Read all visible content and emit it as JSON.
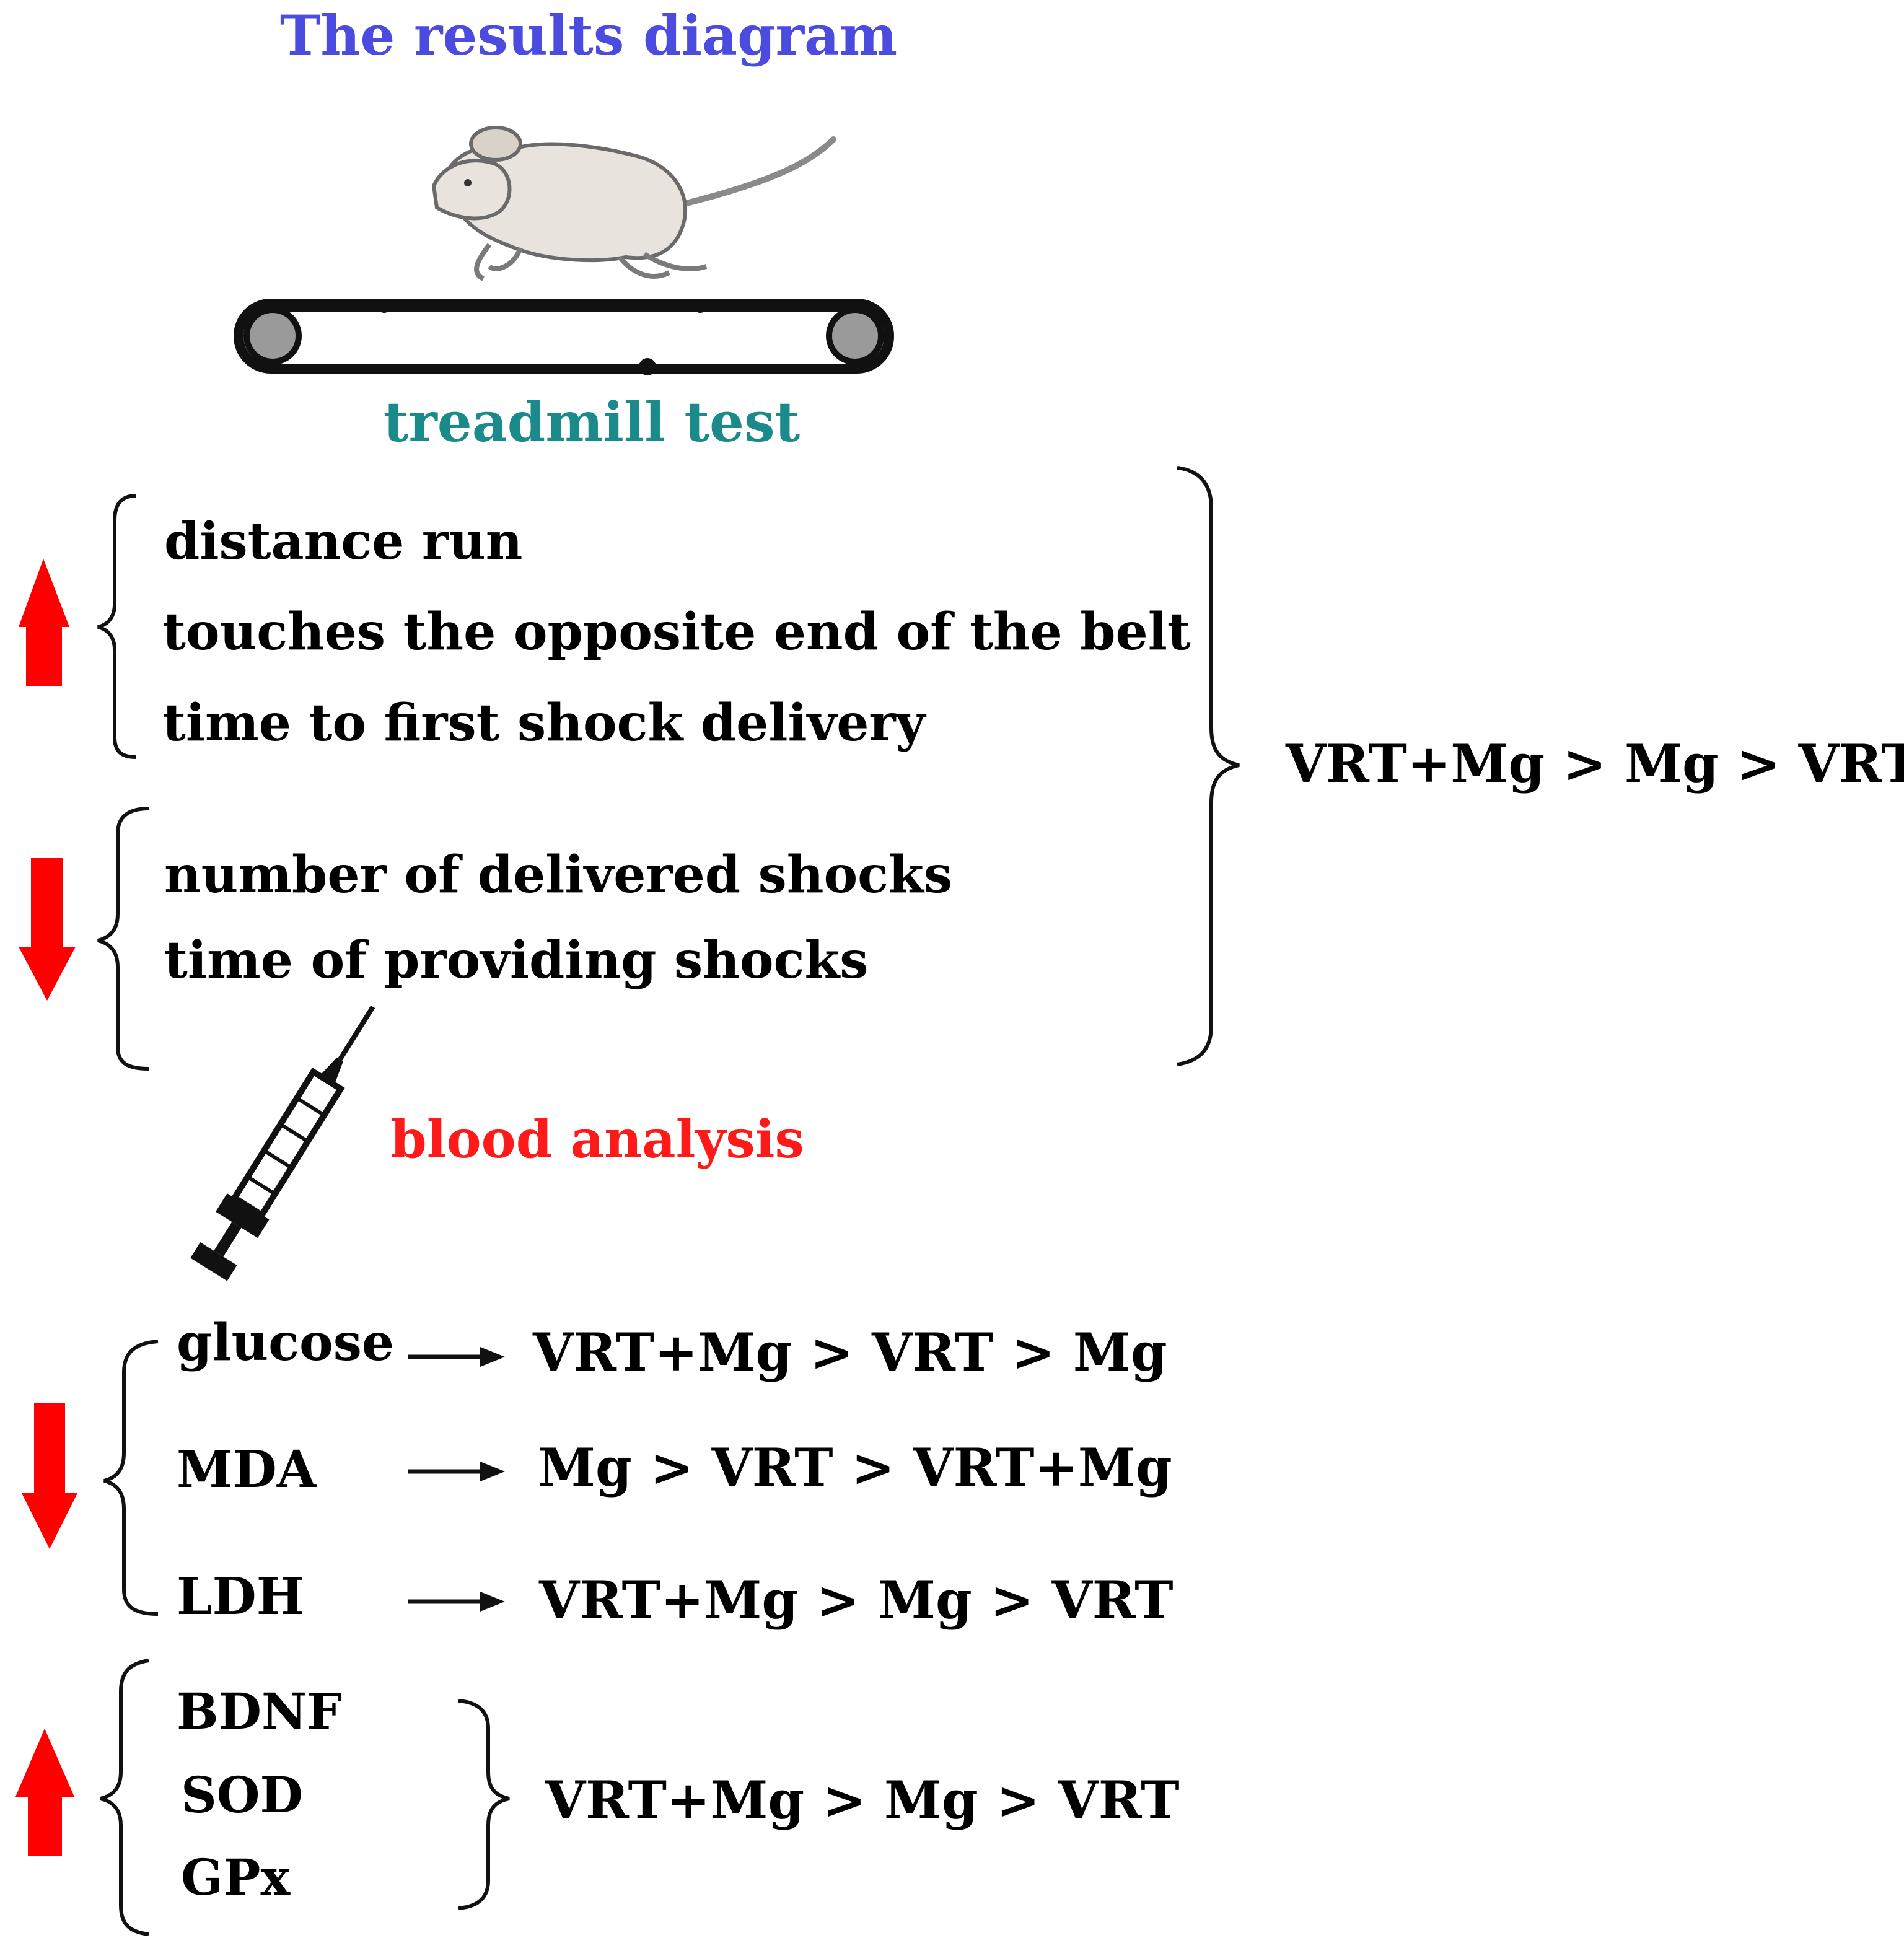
{
  "title": "The results diagram",
  "colors": {
    "title": "#4b4be0",
    "treadmill_label": "#1a8a8a",
    "blood_label": "#ff1a1a",
    "arrow": "#ff0000",
    "text": "#000000"
  },
  "treadmill": {
    "label": "treadmill test",
    "icon": "mouse-on-treadmill-icon",
    "increased": {
      "icon": "red-up-arrow-icon",
      "items": [
        "distance run",
        "touches the opposite end of the belt",
        "time to first shock delivery"
      ]
    },
    "decreased": {
      "icon": "red-down-arrow-icon",
      "items": [
        "number of delivered shocks",
        "time of providing shocks"
      ]
    },
    "ranking": "VRT+Mg > Mg > VRT"
  },
  "blood": {
    "label": "blood analysis",
    "icon": "syringe-icon",
    "decreased": {
      "icon": "red-down-arrow-icon",
      "items": [
        {
          "marker": "glucose",
          "ranking": "VRT+Mg > VRT > Mg"
        },
        {
          "marker": "MDA",
          "ranking": "Mg > VRT > VRT+Mg"
        },
        {
          "marker": "LDH",
          "ranking": "VRT+Mg > Mg > VRT"
        }
      ]
    },
    "increased": {
      "icon": "red-up-arrow-icon",
      "items": [
        "BDNF",
        "SOD",
        "GPx"
      ],
      "ranking": "VRT+Mg > Mg > VRT"
    }
  }
}
